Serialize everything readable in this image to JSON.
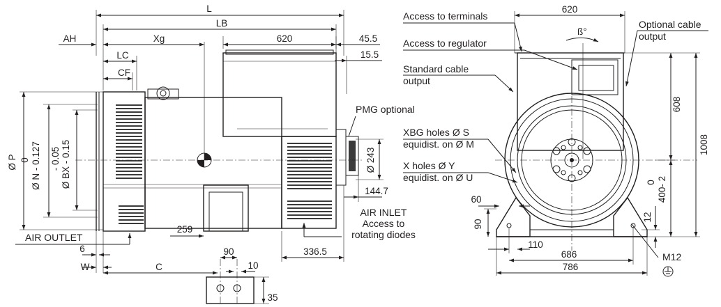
{
  "side_view": {
    "dims": {
      "L": "L",
      "LB": "LB",
      "AH": "AH",
      "Xg": "Xg",
      "d620": "620",
      "d45_5": "45.5",
      "d15_5": "15.5",
      "LC": "LC",
      "CF": "CF",
      "P": "Ø P",
      "N": "Ø N - 0.127",
      "N_up": "0",
      "BX": "Ø BX - 0.15",
      "BX_up": "- 0.05",
      "d259": "259",
      "d336_5": "336.5",
      "d144_7": "144.7",
      "d243": "Ø 243",
      "d6": "6",
      "W": "W",
      "C": "C",
      "d90": "90",
      "d10": "10",
      "d35": "35"
    },
    "labels": {
      "pmg": "PMG optional",
      "air_inlet": "AIR INLET",
      "access_rotating_1": "Access to",
      "access_rotating_2": "rotating diodes",
      "air_outlet": "AIR OUTLET"
    }
  },
  "front_view": {
    "dims": {
      "d620": "620",
      "beta": "ß°",
      "d608": "608",
      "d1008": "1008",
      "d400_tol": "400- 2",
      "d400_up": "0",
      "d60": "60",
      "d90": "90",
      "d110": "110",
      "d12": "12",
      "d686": "686",
      "d786": "786"
    },
    "labels": {
      "access_terminals": "Access to terminals",
      "optional_cable_1": "Optional cable",
      "optional_cable_2": "output",
      "access_regulator": "Access to regulator",
      "standard_cable_1": "Standard cable",
      "standard_cable_2": "output",
      "xbg_1": "XBG holes Ø S",
      "xbg_2": "equidist. on Ø M",
      "xholes_1": "X holes Ø Y",
      "xholes_2": "equidist. on Ø U",
      "m12": "M12"
    }
  }
}
